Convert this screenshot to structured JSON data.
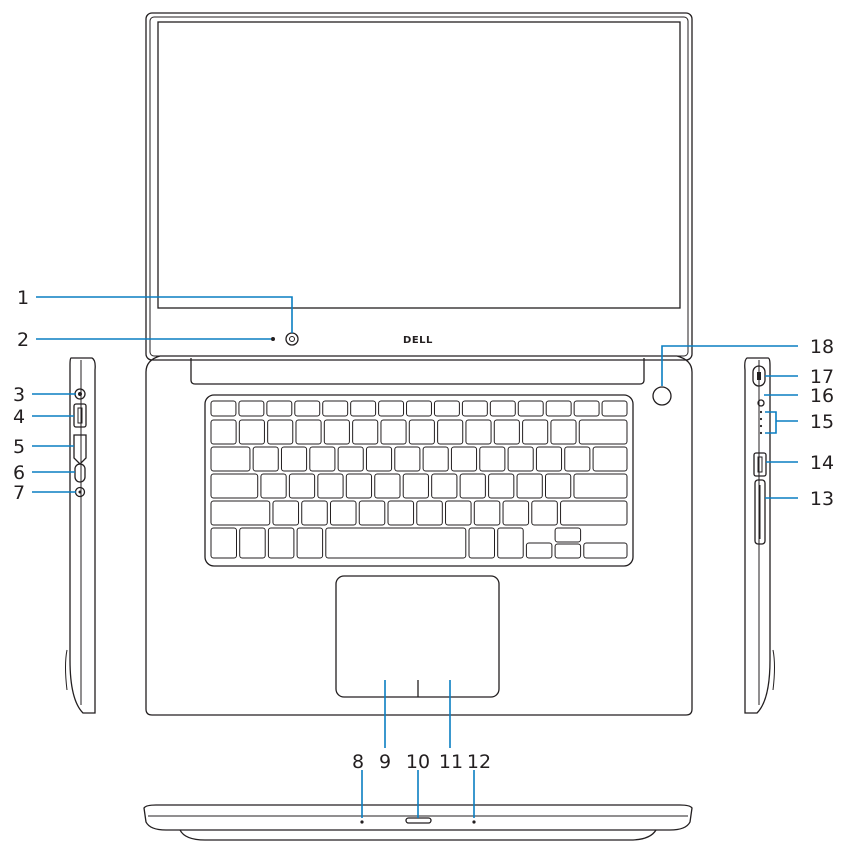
{
  "brand_logo_text": "DELL",
  "callouts": [
    {
      "id": "1",
      "label": "1"
    },
    {
      "id": "2",
      "label": "2"
    },
    {
      "id": "3",
      "label": "3"
    },
    {
      "id": "4",
      "label": "4"
    },
    {
      "id": "5",
      "label": "5"
    },
    {
      "id": "6",
      "label": "6"
    },
    {
      "id": "7",
      "label": "7"
    },
    {
      "id": "8",
      "label": "8"
    },
    {
      "id": "9",
      "label": "9"
    },
    {
      "id": "10",
      "label": "10"
    },
    {
      "id": "11",
      "label": "11"
    },
    {
      "id": "12",
      "label": "12"
    },
    {
      "id": "13",
      "label": "13"
    },
    {
      "id": "14",
      "label": "14"
    },
    {
      "id": "15",
      "label": "15"
    },
    {
      "id": "16",
      "label": "16"
    },
    {
      "id": "17",
      "label": "17"
    },
    {
      "id": "18",
      "label": "18"
    }
  ],
  "colors": {
    "outline": "#231f20",
    "leader": "#0a7ec2",
    "background": "#ffffff"
  }
}
